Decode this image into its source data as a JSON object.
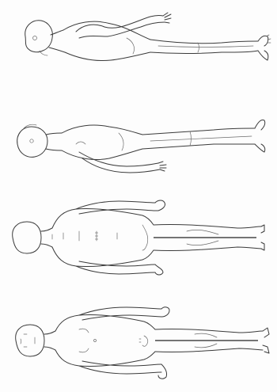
{
  "sheet": {
    "orientation": "rotated-90",
    "views": [
      {
        "view": "left-lateral",
        "icon": "body-lateral-left"
      },
      {
        "view": "right-lateral",
        "icon": "body-lateral-right"
      },
      {
        "view": "posterior",
        "icon": "body-posterior"
      },
      {
        "view": "anterior",
        "icon": "body-anterior"
      }
    ],
    "colors": {
      "background": "#fdfdfd",
      "line": "#3a3a3a"
    }
  }
}
